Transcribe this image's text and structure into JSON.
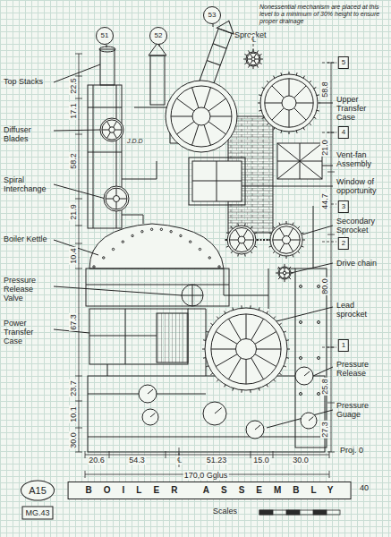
{
  "diagram": {
    "title": "BOILER ASSEMBLY",
    "nodes": [
      {
        "text": [
          "51"
        ]
      },
      {
        "text": [
          "52"
        ]
      },
      {
        "text": [
          "53"
        ]
      },
      {
        "text": [
          "5"
        ]
      },
      {
        "text": [
          "4"
        ]
      },
      {
        "text": [
          "3"
        ]
      },
      {
        "text": [
          "2"
        ]
      },
      {
        "text": [
          "1"
        ]
      },
      {
        "text": [
          "A15"
        ]
      },
      {
        "text": [
          "MG.43"
        ]
      },
      {
        "text": [
          "BOILER ASSEMBLY"
        ]
      }
    ],
    "labels": [
      "Nonessential mechanism are placed at this level to a minimum of 30% height to ensure proper drainage",
      "Top Stacks",
      "Diffuser Blades",
      "Spiral Interchange",
      "Boiler Kettle",
      "Pressure Release Valve",
      "Power Transfer Case",
      "Sprocket",
      "℄",
      "Upper Transfer Case",
      "Vent-fan Assembly",
      "Window of opportunity",
      "Secondary Sprocket",
      "Drive chain",
      "Lead sprocket",
      "Pressure Release",
      "Pressure Guage",
      "22.5",
      "17.1",
      "58.2",
      "21.9",
      "10.4",
      "67.3",
      "23.7",
      "10.1",
      "30.0",
      "58.8",
      "21.0",
      "44.7",
      "80.0",
      "25.8",
      "27.3",
      "20.6",
      "54.3",
      "℄",
      "51.23",
      "15.0",
      "30.0",
      "170,0 Gglus",
      "Proj. 0",
      "40",
      "Scales",
      "J.D.D"
    ]
  }
}
